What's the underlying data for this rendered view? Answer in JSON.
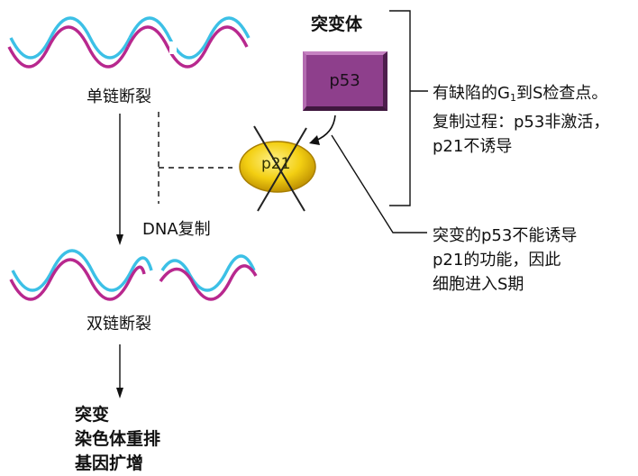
{
  "colors": {
    "dna_strand_a": "#3cc0e6",
    "dna_strand_b": "#b8288e",
    "p53_box": "#8e3f8c",
    "p21_oval": "#f3cf12",
    "line": "#111111"
  },
  "labels": {
    "mutant": "突变体",
    "p53": "p53",
    "p21": "p21",
    "single_strand_break": "单链断裂",
    "dna_replication": "DNA复制",
    "double_strand_break": "双链断裂"
  },
  "annotation_1": {
    "line1_prefix": "有缺陷的G",
    "line1_sub": "1",
    "line1_suffix": "到S检查点。",
    "line2": "复制过程：p53非激活，",
    "line3": "p21不诱导"
  },
  "annotation_2": {
    "line1": "突变的p53不能诱导",
    "line2": "p21的功能，因此",
    "line3": "细胞进入S期"
  },
  "outcomes": [
    "突变",
    "染色体重排",
    "基因扩增"
  ]
}
